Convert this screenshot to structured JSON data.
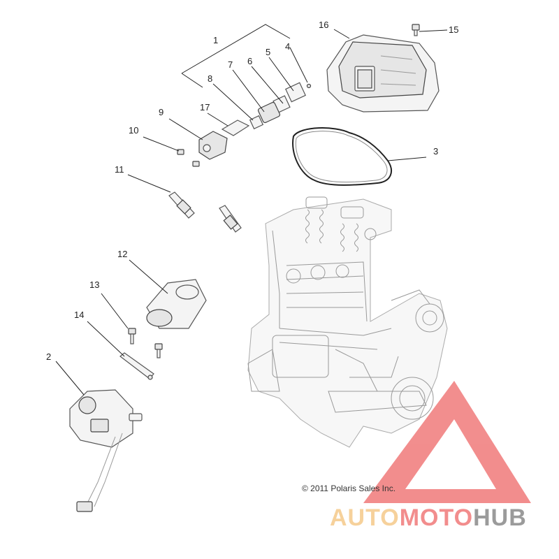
{
  "callouts": [
    {
      "id": "c1",
      "label": "1"
    },
    {
      "id": "c2",
      "label": "2"
    },
    {
      "id": "c3",
      "label": "3"
    },
    {
      "id": "c4",
      "label": "4"
    },
    {
      "id": "c5",
      "label": "5"
    },
    {
      "id": "c6",
      "label": "6"
    },
    {
      "id": "c7",
      "label": "7"
    },
    {
      "id": "c8",
      "label": "8"
    },
    {
      "id": "c9",
      "label": "9"
    },
    {
      "id": "c10",
      "label": "10"
    },
    {
      "id": "c11",
      "label": "11"
    },
    {
      "id": "c12",
      "label": "12"
    },
    {
      "id": "c13",
      "label": "13"
    },
    {
      "id": "c14",
      "label": "14"
    },
    {
      "id": "c15",
      "label": "15"
    },
    {
      "id": "c16",
      "label": "16"
    },
    {
      "id": "c17",
      "label": "17"
    }
  ],
  "copyright": "© 2011 Polaris Sales Inc.",
  "watermark": {
    "part1": "AUTO",
    "part2": "MOTO",
    "part3": "HUB",
    "color_light": "#f5c98a",
    "color_red": "#f07a7a",
    "color_gray": "#8a8a8a"
  }
}
